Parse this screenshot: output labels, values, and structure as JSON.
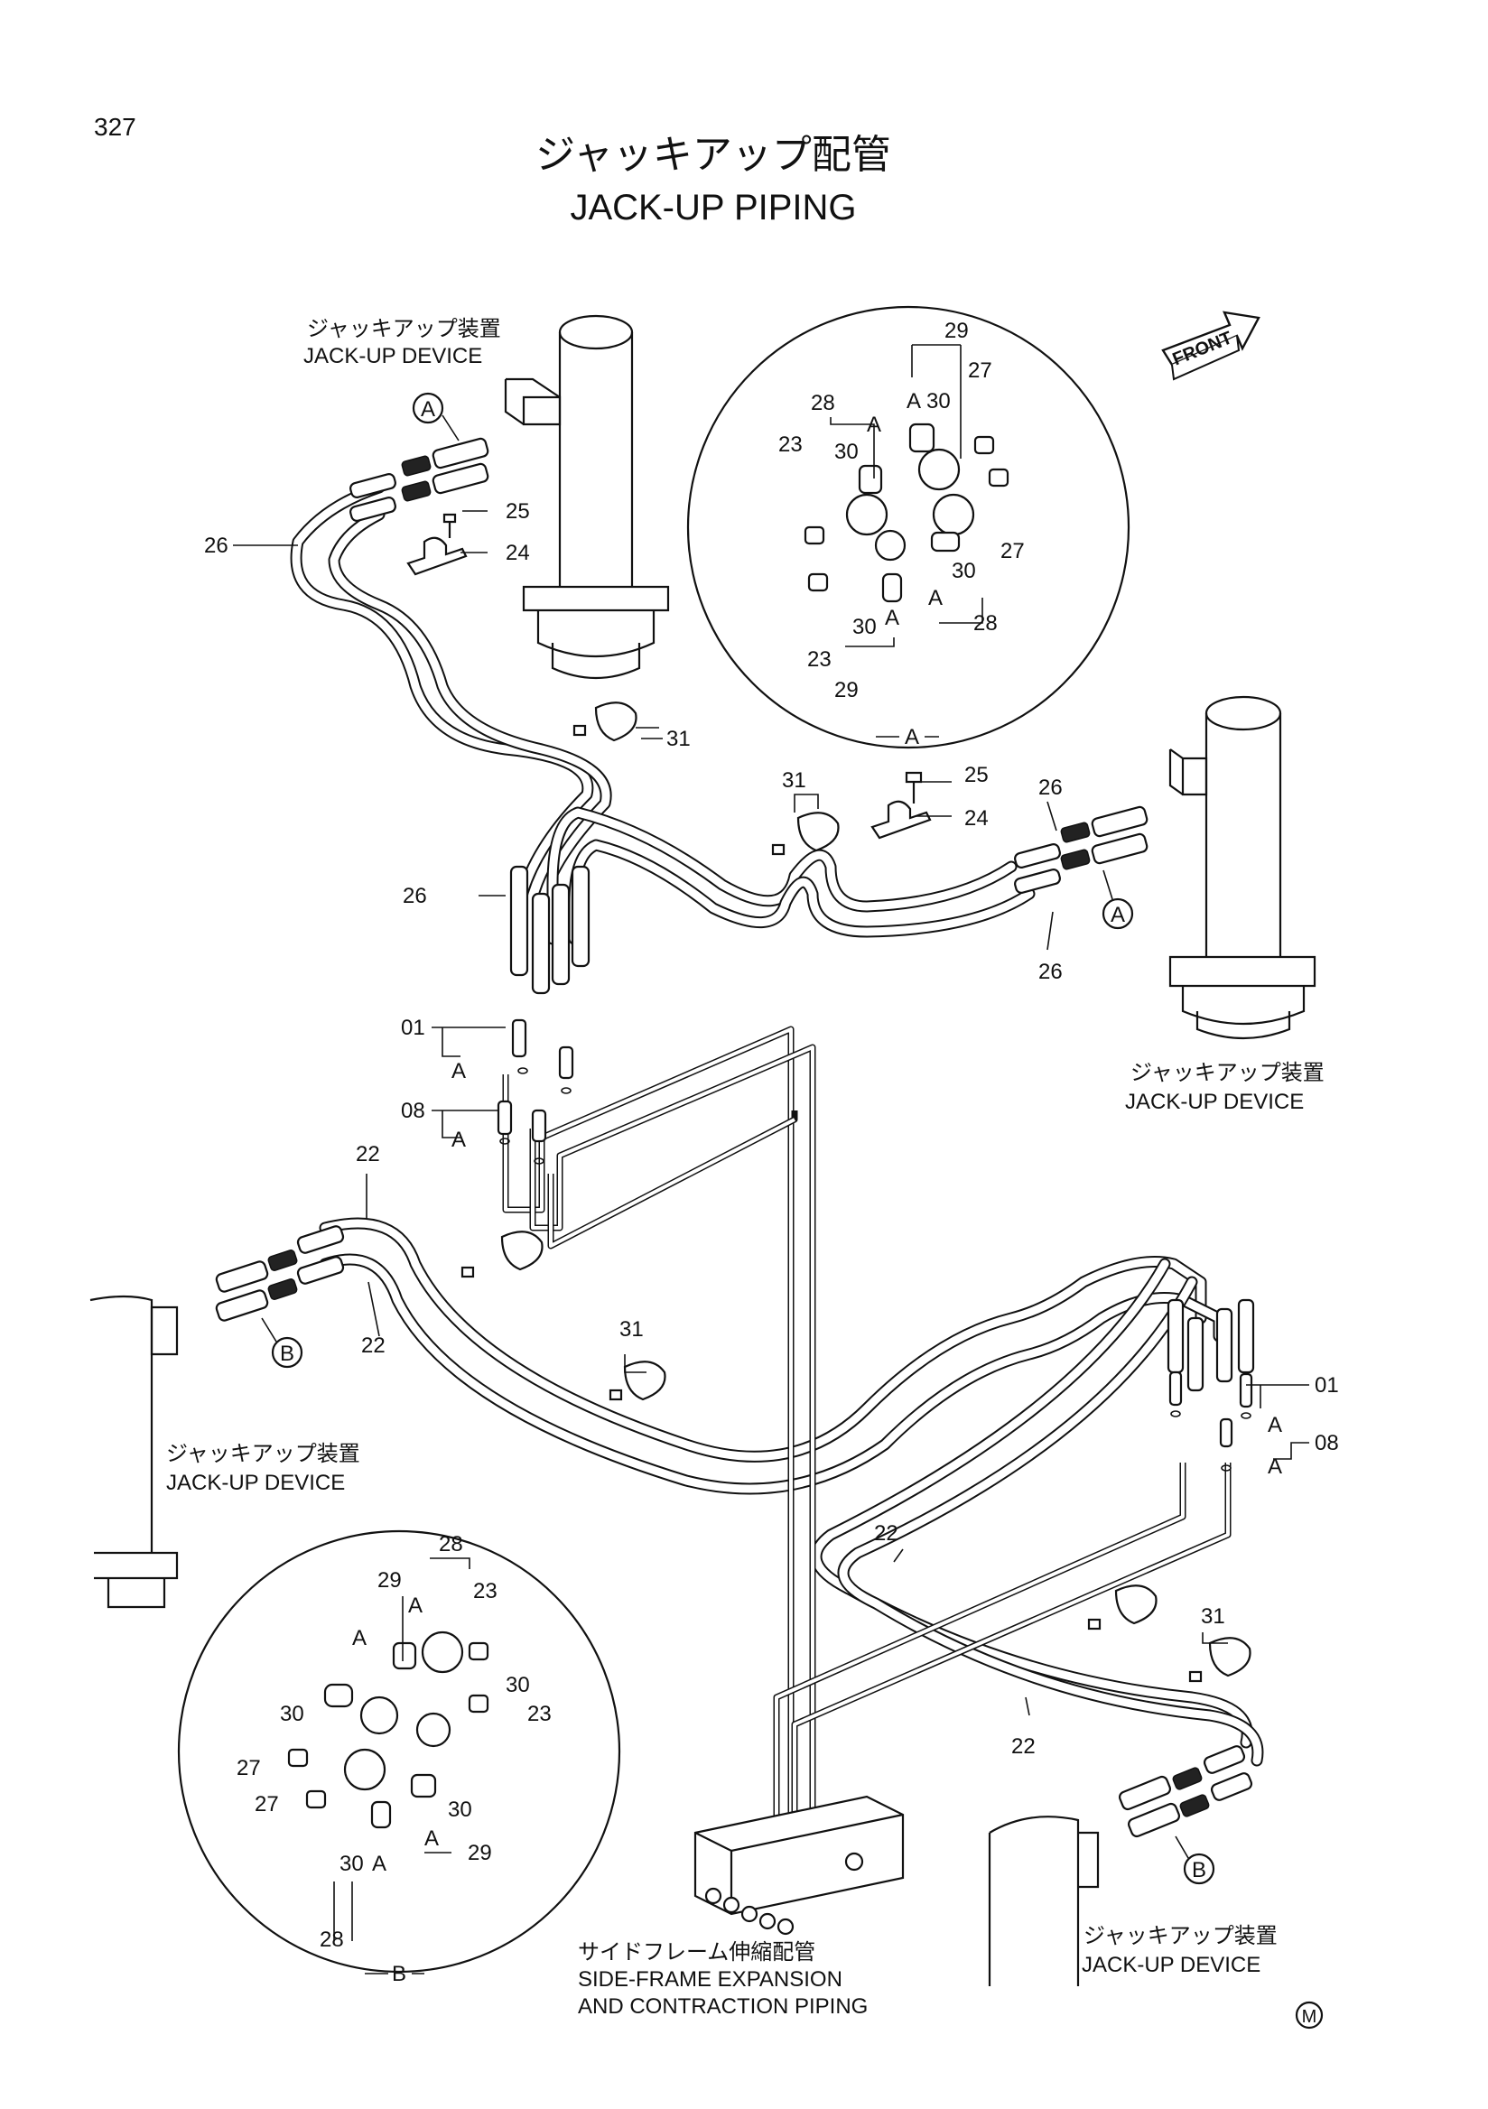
{
  "page_number": "327",
  "title": {
    "japanese": "ジャッキアップ配管",
    "english": "JACK-UP PIPING"
  },
  "front_marker": "FRONT",
  "devices": {
    "japanese": "ジャッキアップ装置",
    "english": "JACK-UP DEVICE"
  },
  "side_frame_label": {
    "japanese": "サイドフレーム伸縮配管",
    "line1": "SIDE-FRAME EXPANSION",
    "line2": "AND CONTRACTION PIPING"
  },
  "detail_labels": {
    "a": "A",
    "b": "B"
  },
  "part_numbers": {
    "p01": "01",
    "p08": "08",
    "p22": "22",
    "p23": "23",
    "p24": "24",
    "p25": "25",
    "p26": "26",
    "p27": "27",
    "p28": "28",
    "p29": "29",
    "p30": "30",
    "p31": "31"
  },
  "mark": "M"
}
